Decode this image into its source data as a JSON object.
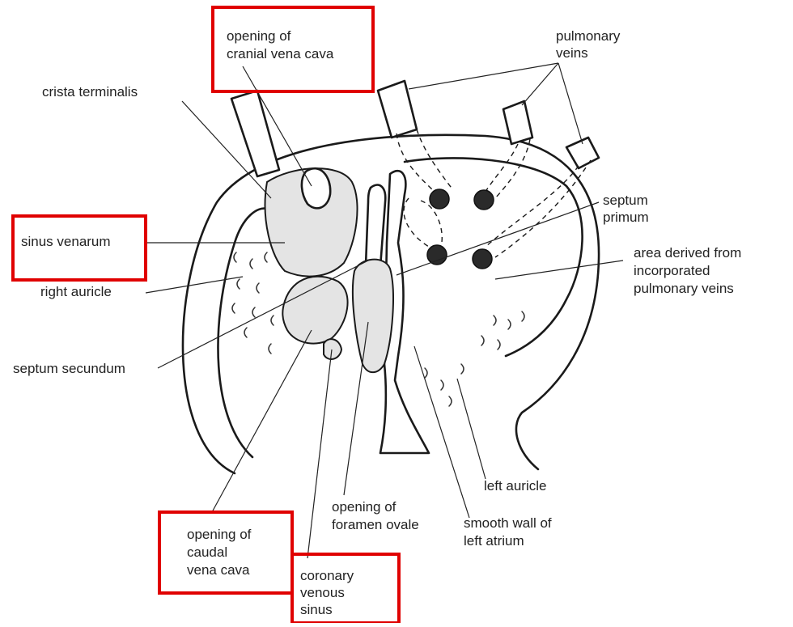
{
  "labels": {
    "cranial_vena_cava": [
      "opening of",
      "cranial vena cava"
    ],
    "pulmonary_veins": [
      "pulmonary",
      "veins"
    ],
    "crista_terminalis": [
      "crista terminalis"
    ],
    "septum_primum": [
      "septum",
      "primum"
    ],
    "sinus_venarum": [
      "sinus venarum"
    ],
    "area_derived": [
      "area derived from",
      "incorporated",
      "pulmonary veins"
    ],
    "right_auricle": [
      "right auricle"
    ],
    "septum_secundum": [
      "septum secundum"
    ],
    "left_auricle": [
      "left auricle"
    ],
    "foramen_ovale": [
      "opening of",
      "foramen ovale"
    ],
    "smooth_wall": [
      "smooth wall of",
      "left atrium"
    ],
    "caudal_vena_cava": [
      "opening of",
      "caudal",
      "vena cava"
    ],
    "coronary_sinus": [
      "coronary",
      "venous",
      "sinus"
    ]
  },
  "highlighted": [
    "cranial_vena_cava",
    "sinus_venarum",
    "caudal_vena_cava",
    "coronary_sinus"
  ],
  "colors": {
    "highlight_box": "#e00000",
    "line": "#1a1a1a",
    "stipple_fill": "#e4e4e4",
    "vein_opening": "#2a2a2a"
  }
}
